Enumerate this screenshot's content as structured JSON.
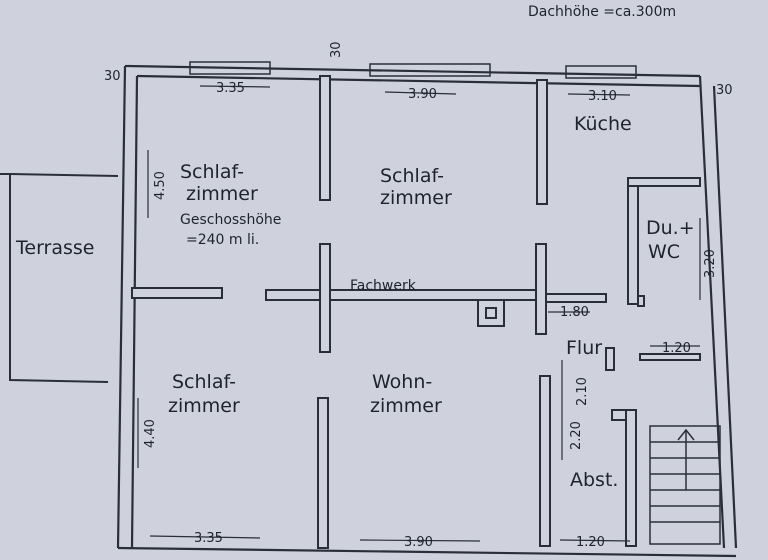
{
  "header": {
    "roof_height": "Dachhöhe =ca.300m"
  },
  "rooms": {
    "schlaf1": [
      "Schlaf-",
      "zimmer"
    ],
    "schlaf2": [
      "Schlaf-",
      "zimmer"
    ],
    "schlaf3": [
      "Schlaf-",
      "zimmer"
    ],
    "wohn": [
      "Wohn-",
      "zimmer"
    ],
    "kueche": "Küche",
    "duwc": [
      "Du.+",
      "WC"
    ],
    "flur": "Flur",
    "abst": "Abst.",
    "terrasse": "Terrasse"
  },
  "notes": {
    "geschoss": [
      "Geschosshöhe",
      "=240 m li."
    ],
    "fachwerk": "Fachwerk"
  },
  "dims": {
    "wall_left": "30",
    "wall_top": "30",
    "wall_right": "30",
    "top_schlaf1": "3.35",
    "top_schlaf2": "3.90",
    "top_kueche": "3.10",
    "left_upper": "4.50",
    "left_lower": "4.40",
    "duwc_h": "3.20",
    "flur_w": "1.80",
    "stair_w": "1.20",
    "abst_h1": "2.10",
    "abst_h2": "2.20",
    "bottom_schlaf3": "3.35",
    "bottom_wohn": "3.90",
    "bottom_abst": "1.20"
  }
}
